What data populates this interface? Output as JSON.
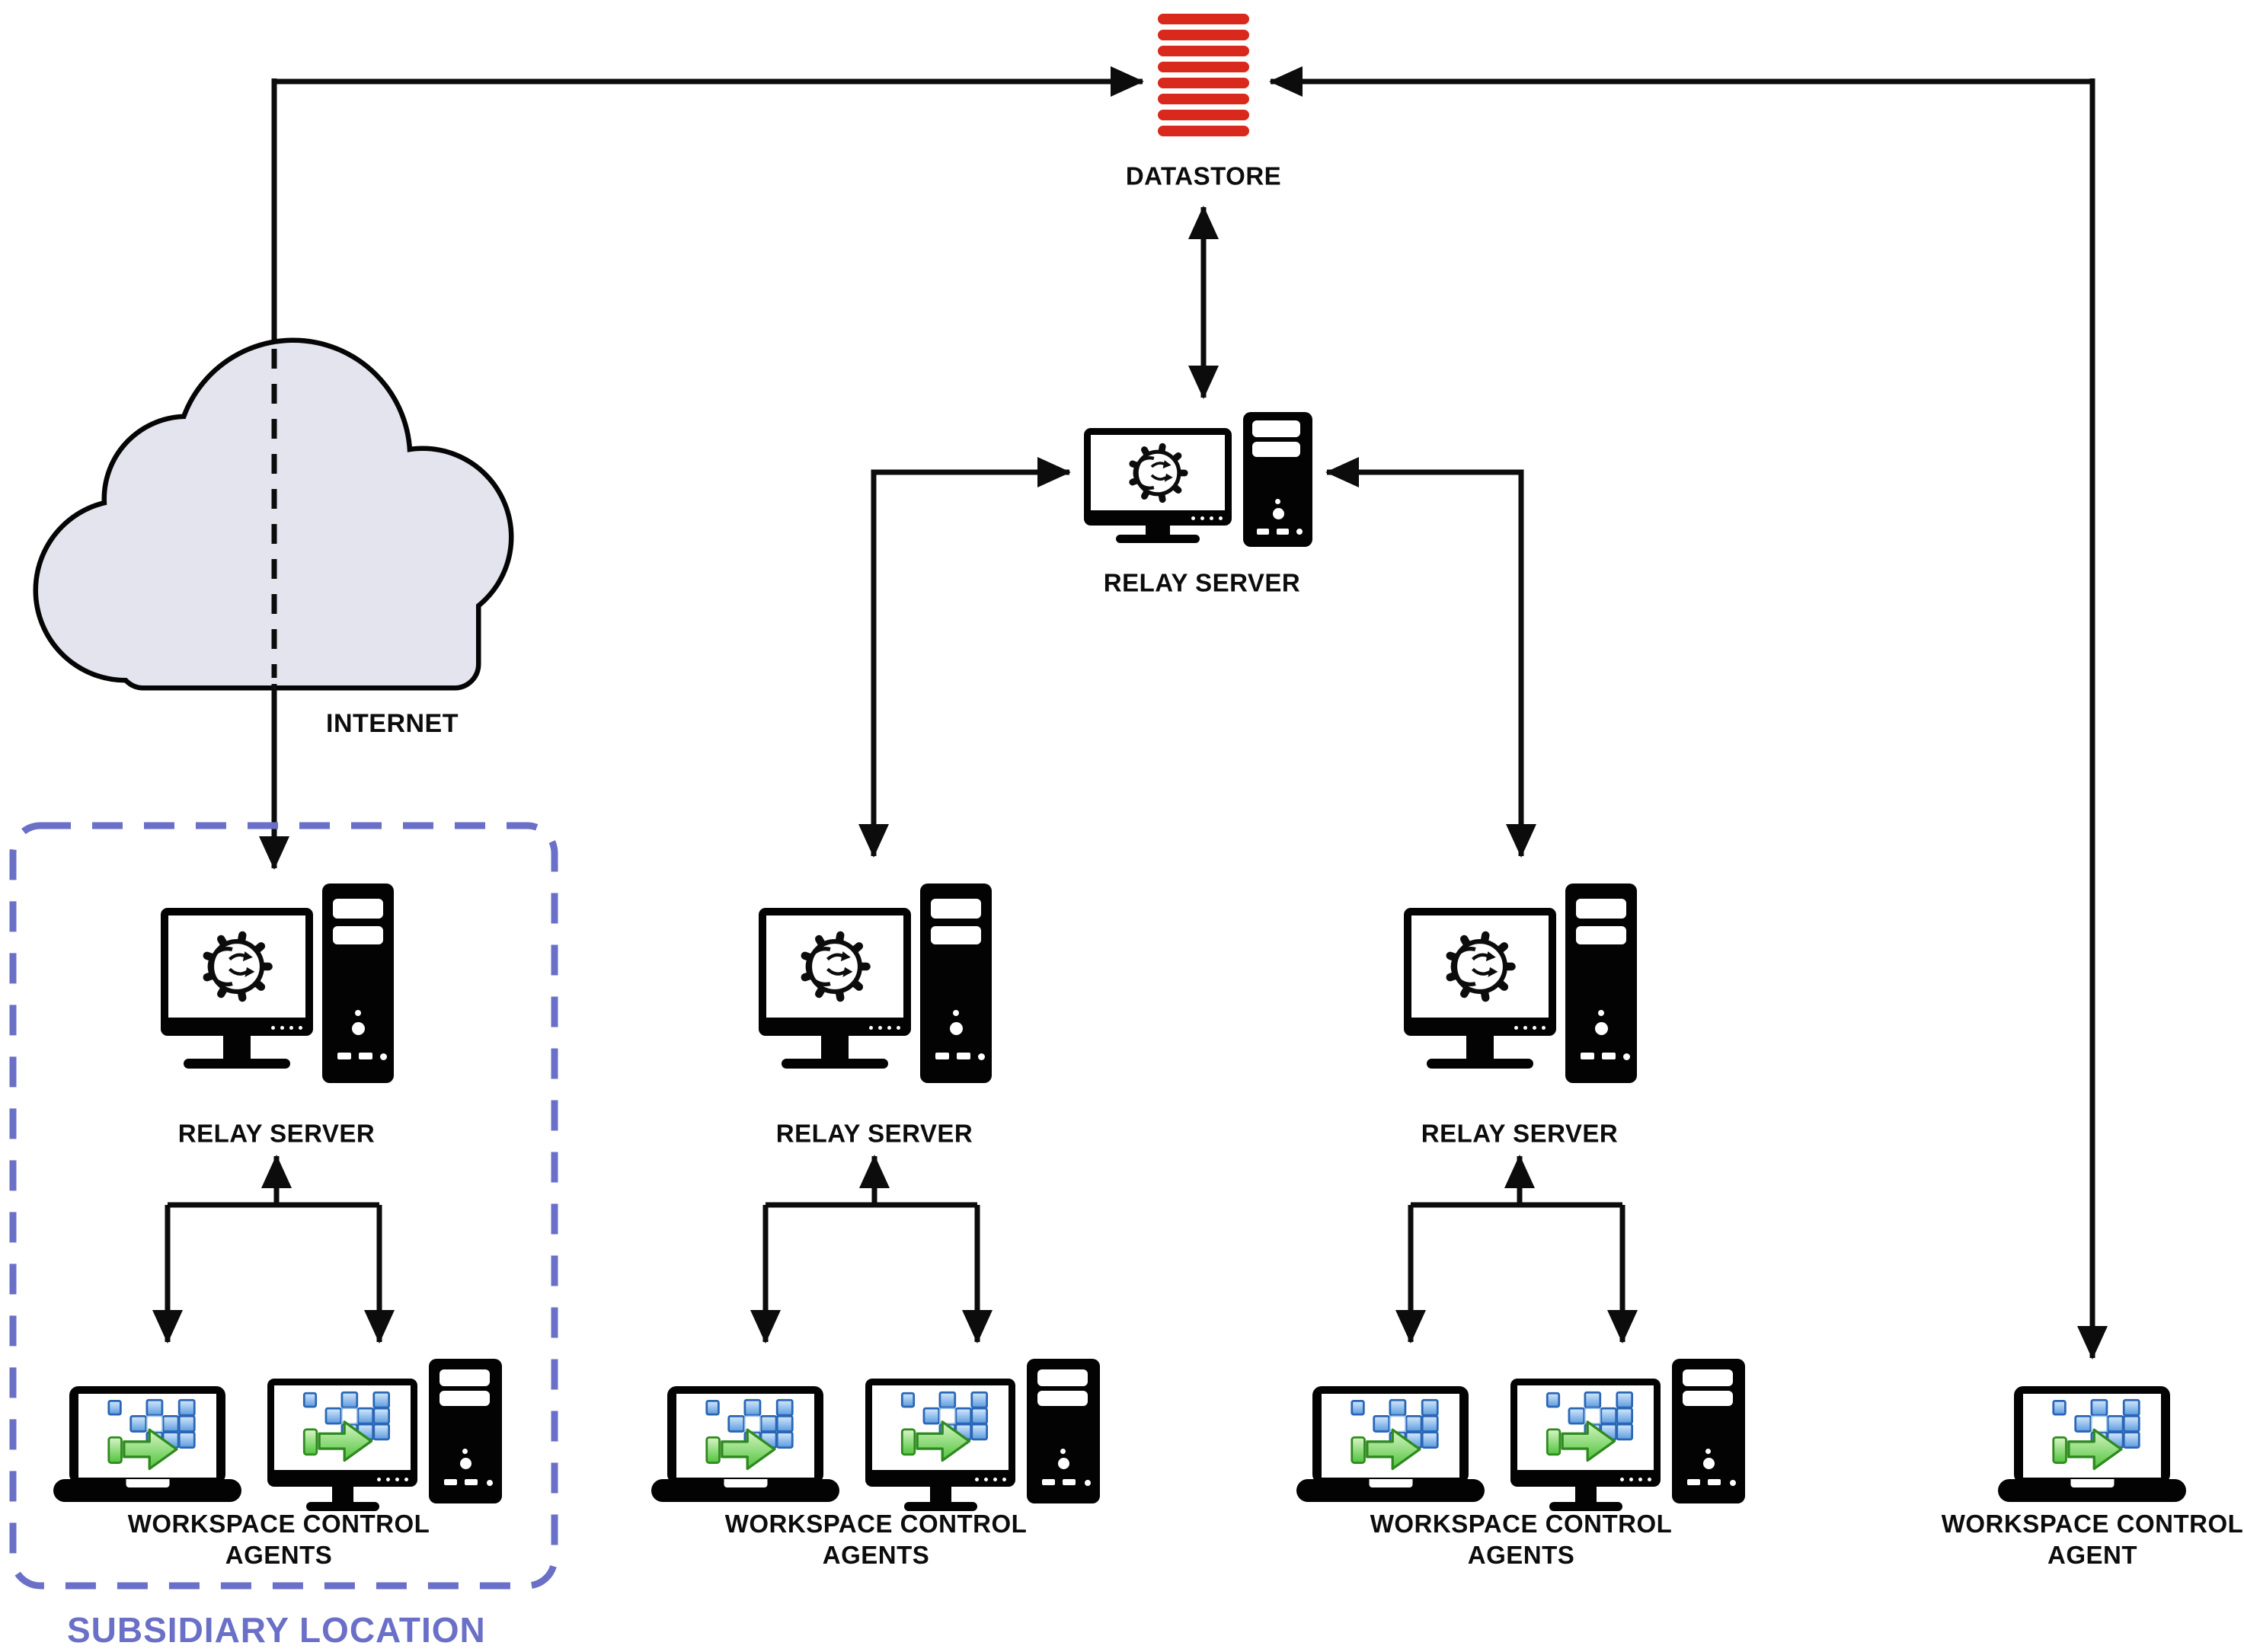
{
  "diagram": {
    "type": "network-topology",
    "palette": {
      "line_black": "#0c0c0c",
      "datastore_red": "#d9291d",
      "cloud_fill": "#e4e4ef",
      "subsidiary_blue": "#6a6fc7",
      "agent_blue": "#5b9be0",
      "agent_blue_border": "#2a66b5",
      "agent_green": "#4fc43a",
      "agent_green_border": "#2e8a1e"
    },
    "datastore": {
      "label": "DATASTORE"
    },
    "internet": {
      "label": "INTERNET"
    },
    "relay_servers": {
      "top": "RELAY SERVER",
      "left": "RELAY SERVER",
      "middle": "RELAY SERVER",
      "right": "RELAY SERVER"
    },
    "agents": {
      "left": {
        "line1": "WORKSPACE CONTROL",
        "line2": "AGENTS"
      },
      "middle": {
        "line1": "WORKSPACE CONTROL",
        "line2": "AGENTS"
      },
      "right": {
        "line1": "WORKSPACE CONTROL",
        "line2": "AGENTS"
      },
      "single": {
        "line1": "WORKSPACE CONTROL",
        "line2": "AGENT"
      }
    },
    "subsidiary": {
      "label": "SUBSIDIARY LOCATION"
    }
  }
}
